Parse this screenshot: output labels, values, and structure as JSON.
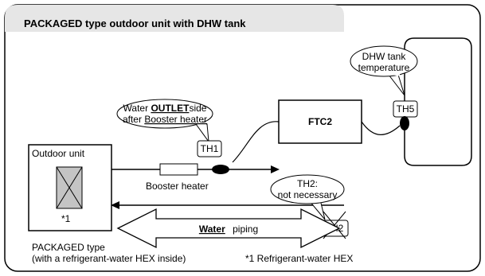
{
  "title": "PACKAGED type outdoor unit with DHW tank",
  "callouts": {
    "water_outlet": {
      "word1": "Water",
      "word2": "OUTLET",
      "word3": "side",
      "line2_part1": "after",
      "line2_part2": "Booster heater"
    },
    "dhw_tank": {
      "line1": "DHW tank",
      "line2": "temperature"
    },
    "th2_note": {
      "line1": "TH2:",
      "line2": "not necessary"
    }
  },
  "sensors": {
    "th1": "TH1",
    "th2": "TH2",
    "th5": "TH5"
  },
  "controller": "FTC2",
  "outdoor_unit": {
    "label": "Outdoor unit",
    "hex_mark": "*1"
  },
  "booster_heater": "Booster heater",
  "water_piping": {
    "bold_word": "Water",
    "rest": "piping"
  },
  "packaged_type": {
    "line1": "PACKAGED type",
    "line2": "(with a refrigerant-water HEX inside)"
  },
  "footnote": "*1 Refrigerant-water HEX",
  "colors": {
    "panel_fill": "#f2f2f2",
    "hex_fill": "#c4c4c4",
    "line": "#000000"
  }
}
